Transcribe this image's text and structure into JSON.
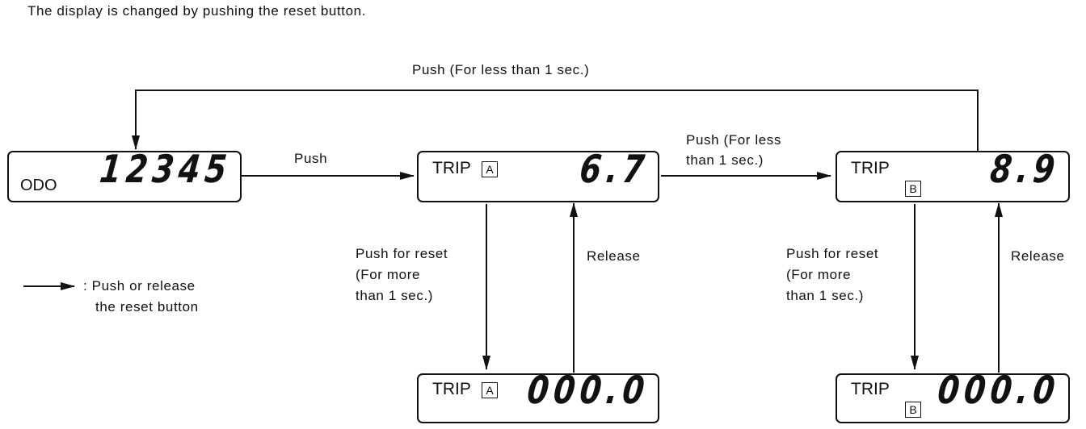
{
  "caption": "The display is changed by pushing the reset button.",
  "displays": {
    "odo": {
      "label": "ODO",
      "value": "12345"
    },
    "trip_a": {
      "label": "TRIP",
      "letter": "A",
      "value": "6.7"
    },
    "trip_b": {
      "label": "TRIP",
      "letter": "B",
      "value": "8.9"
    },
    "trip_a_reset": {
      "label": "TRIP",
      "letter": "A",
      "value": "000.0"
    },
    "trip_b_reset": {
      "label": "TRIP",
      "letter": "B",
      "value": "000.0"
    }
  },
  "transitions": {
    "top_loop": "Push (For less than 1 sec.)",
    "odo_to_a": "Push",
    "a_to_b_line1": "Push (For less",
    "a_to_b_line2": "than 1 sec.)",
    "reset_a_line1": "Push for reset",
    "reset_a_line2": "(For more",
    "reset_a_line3": "than 1 sec.)",
    "release_a": "Release",
    "reset_b_line1": "Push for reset",
    "reset_b_line2": "(For more",
    "reset_b_line3": "than 1 sec.)",
    "release_b": "Release"
  },
  "legend": {
    "line1": ": Push or release",
    "line2": "the reset button"
  }
}
